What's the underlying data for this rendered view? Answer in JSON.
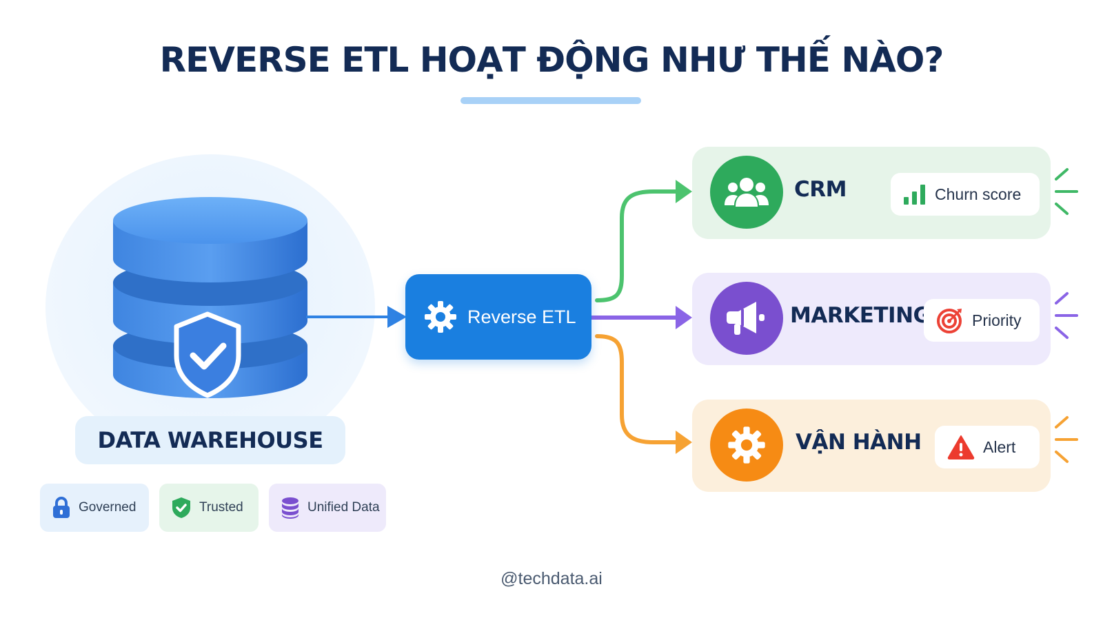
{
  "title": "REVERSE ETL HOẠT ĐỘNG NHƯ THẾ NÀO?",
  "source": {
    "label": "DATA WAREHOUSE",
    "icon": "database-shield-icon",
    "chips": [
      {
        "label": "Governed",
        "icon": "lock-icon",
        "color": "#2f6fd6"
      },
      {
        "label": "Trusted",
        "icon": "shield-check-icon",
        "color": "#2eaa5c"
      },
      {
        "label": "Unified Data",
        "icon": "database-icon",
        "color": "#7a4fcf"
      }
    ]
  },
  "process": {
    "label": "Reverse ETL",
    "icon": "gear-icon",
    "color": "#1a7fe0"
  },
  "destinations": [
    {
      "title": "CRM",
      "icon": "users-icon",
      "badge": "Churn score",
      "badge_icon": "bar-chart-icon",
      "color": "#2eaa5c"
    },
    {
      "title": "MARKETING",
      "icon": "megaphone-icon",
      "badge": "Priority",
      "badge_icon": "target-icon",
      "color": "#7a4fcf"
    },
    {
      "title": "VẬN HÀNH",
      "icon": "gear-icon",
      "badge": "Alert",
      "badge_icon": "warning-icon",
      "color": "#f68b14"
    }
  ],
  "footer": "@techdata.ai"
}
